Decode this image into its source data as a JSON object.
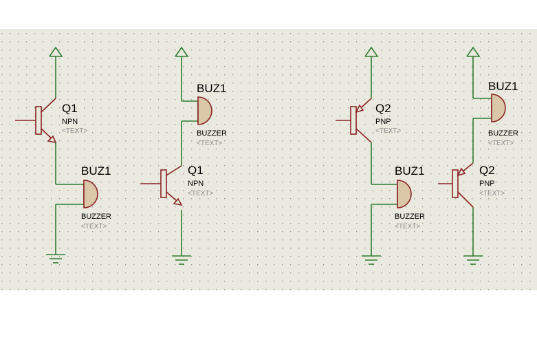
{
  "colors": {
    "background": "#ffffff",
    "sheet": "#e9e9df",
    "grid_dot": "#9a9a90",
    "wire": "#2f7d32",
    "component": "#8b2323",
    "buzzer_fill": "#d9c7a8",
    "label": "#000000",
    "placeholder": "#8c8c8c"
  },
  "circuits": [
    {
      "kind": "npn-low-side",
      "transistor": {
        "ref": "Q1",
        "value": "NPN",
        "text": "<TEXT>"
      },
      "buzzer": {
        "ref": "BUZ1",
        "value": "BUZZER",
        "text": "<TEXT>"
      }
    },
    {
      "kind": "npn-high-side",
      "transistor": {
        "ref": "Q1",
        "value": "NPN",
        "text": "<TEXT>"
      },
      "buzzer": {
        "ref": "BUZ1",
        "value": "BUZZER",
        "text": "<TEXT>"
      }
    },
    {
      "kind": "pnp-high-side",
      "transistor": {
        "ref": "Q2",
        "value": "PNP",
        "text": "<TEXT>"
      },
      "buzzer": {
        "ref": "BUZ1",
        "value": "BUZZER",
        "text": "<TEXT>"
      }
    },
    {
      "kind": "pnp-low-side",
      "transistor": {
        "ref": "Q2",
        "value": "PNP",
        "text": "<TEXT>"
      },
      "buzzer": {
        "ref": "BUZ1",
        "value": "BUZZER",
        "text": "<TEXT>"
      }
    }
  ],
  "symbols": {
    "power": "power-arrow-icon",
    "ground": "ground-icon"
  }
}
